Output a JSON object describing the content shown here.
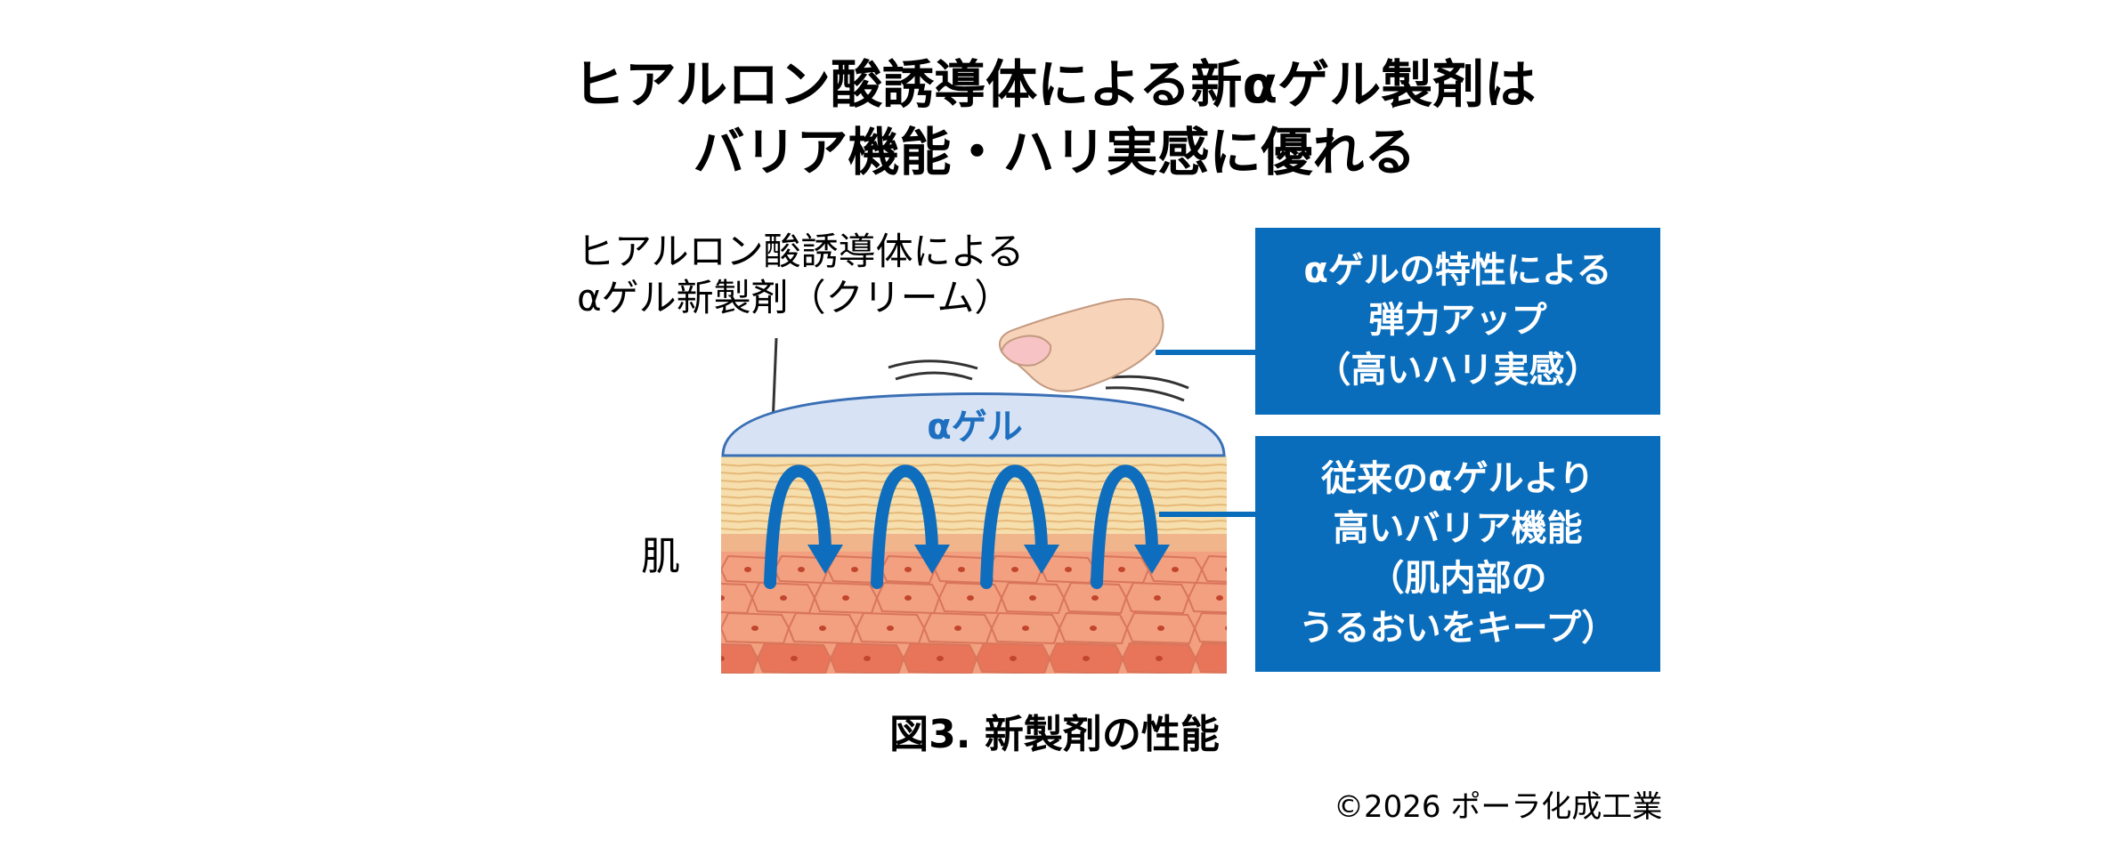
{
  "title": {
    "line1": "ヒアルロン酸誘導体による新αゲル製剤は",
    "line2": "バリア機能・ハリ実感に優れる"
  },
  "product_label": {
    "line1": "ヒアルロン酸誘導体による",
    "line2": "αゲル新製剤（クリーム）"
  },
  "gel_label": "αゲル",
  "skin_label": "肌",
  "box1": {
    "line1": "αゲルの特性による",
    "line2": "弾力アップ",
    "line3": "（高いハリ実感）"
  },
  "box2": {
    "line1": "従来のαゲルより",
    "line2": "高いバリア機能",
    "line3": "（肌内部の",
    "line4": "うるおいをキープ）"
  },
  "caption": "図3. 新製剤の性能",
  "copyright": "©2026 ポーラ化成工業",
  "colors": {
    "box_blue": "#0a6dbb",
    "gel_fill": "#d7e3f4",
    "gel_stroke": "#3a6fb5",
    "gel_text": "#1e6fbf",
    "arrow_blue": "#0f6dbd",
    "stratum_fill": "#f6dfad",
    "cell_fill": "#f2a07f",
    "cell_deep": "#e8755a"
  },
  "icons": {
    "finger": "finger-press-icon",
    "arrows": "upward-return-arrow-icon"
  }
}
